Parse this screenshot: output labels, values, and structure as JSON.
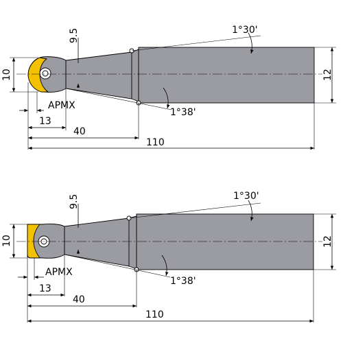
{
  "colors": {
    "body": "#9b9ba2",
    "insert": "#f2c200",
    "insert_edge": "#d9a300",
    "screw": "#ffffff",
    "line": "#000000"
  },
  "views": [
    {
      "name": "ball-nose-end-mill",
      "dims": {
        "neck_dia": "9.5",
        "taper_top": "1°30'",
        "taper_bottom": "1°38'",
        "head_dia": "10",
        "shank_dia": "12",
        "apmx": "APMX",
        "head_len": "13",
        "neck_len": "40",
        "overall_len": "110"
      }
    },
    {
      "name": "radius-end-mill",
      "dims": {
        "neck_dia": "9.5",
        "taper_top": "1°30'",
        "taper_bottom": "1°38'",
        "head_dia": "10",
        "shank_dia": "12",
        "apmx": "APMX",
        "head_len": "13",
        "neck_len": "40",
        "overall_len": "110"
      }
    }
  ]
}
